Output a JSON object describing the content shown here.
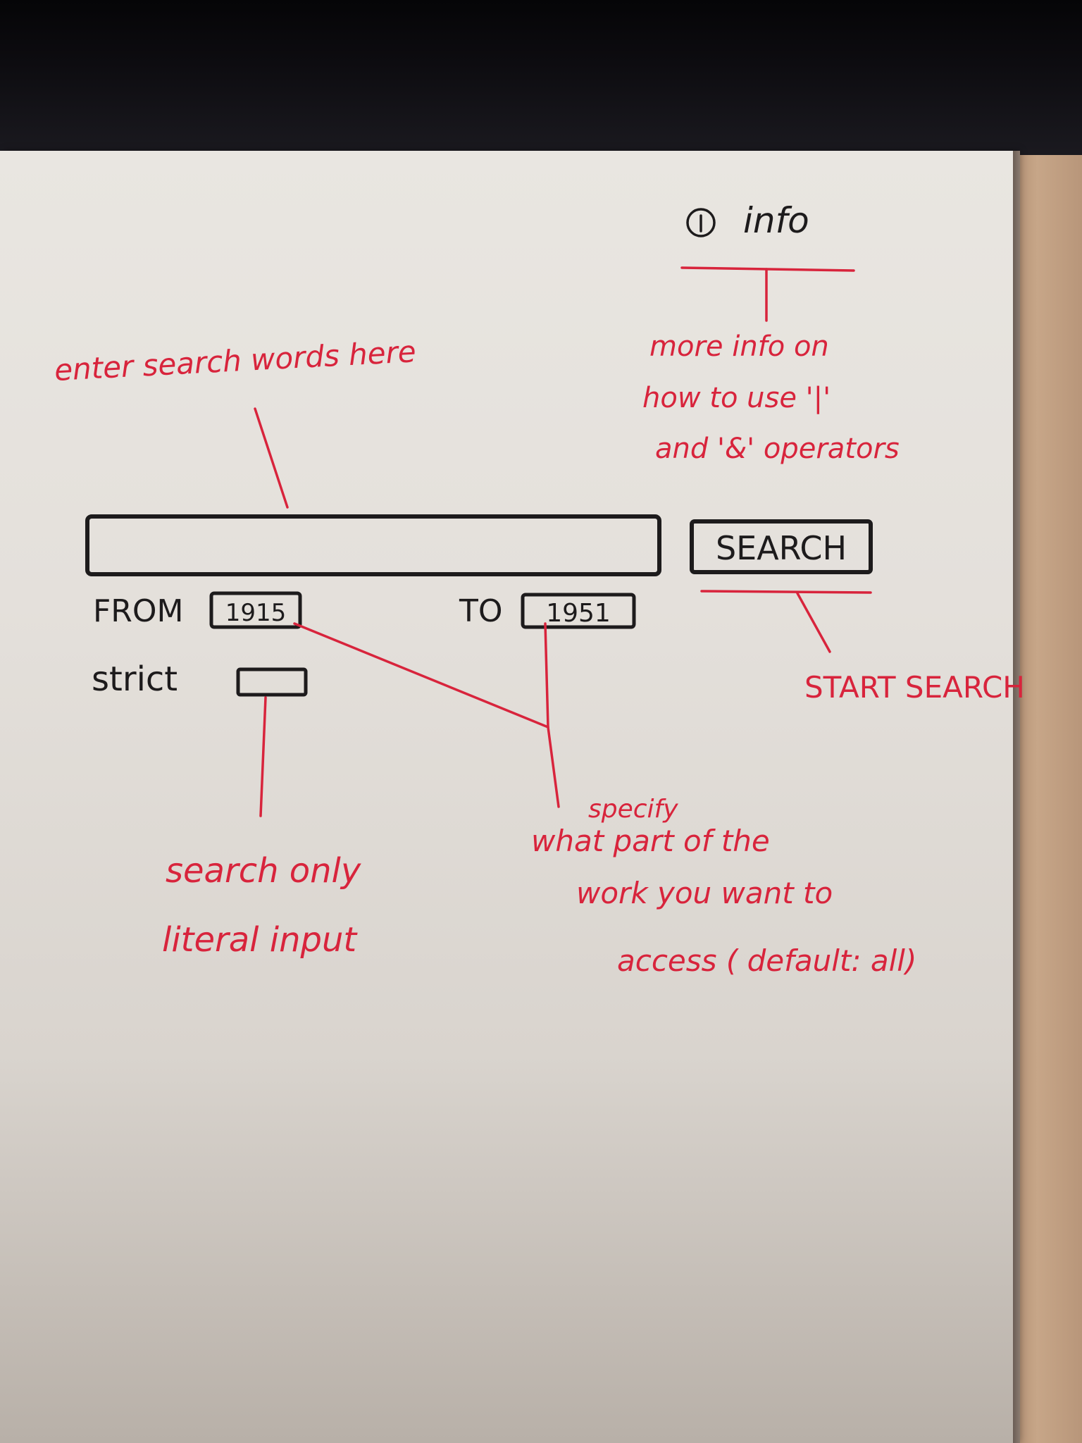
{
  "info": {
    "label": "info"
  },
  "search": {
    "button_label": "SEARCH"
  },
  "range": {
    "from_label": "FROM",
    "from_value": "1915",
    "to_label": "TO",
    "to_value": "1951"
  },
  "strict": {
    "label": "strict"
  },
  "annotations": {
    "search_words": "enter search words here",
    "info_line1": "more info on",
    "info_line2": "how to use '|'",
    "info_line3": "and '&' operators",
    "start_search": "START SEARCH",
    "strict_line1": "search only",
    "strict_line2": "literal input",
    "range_line0": "specify",
    "range_line1": "what part of the",
    "range_line2": "work you want to",
    "range_line3": "access ( default: all)"
  },
  "colors": {
    "ink_black": "#1d1b1c",
    "ink_red": "#d8243c",
    "paper": "#e6e2dd"
  }
}
